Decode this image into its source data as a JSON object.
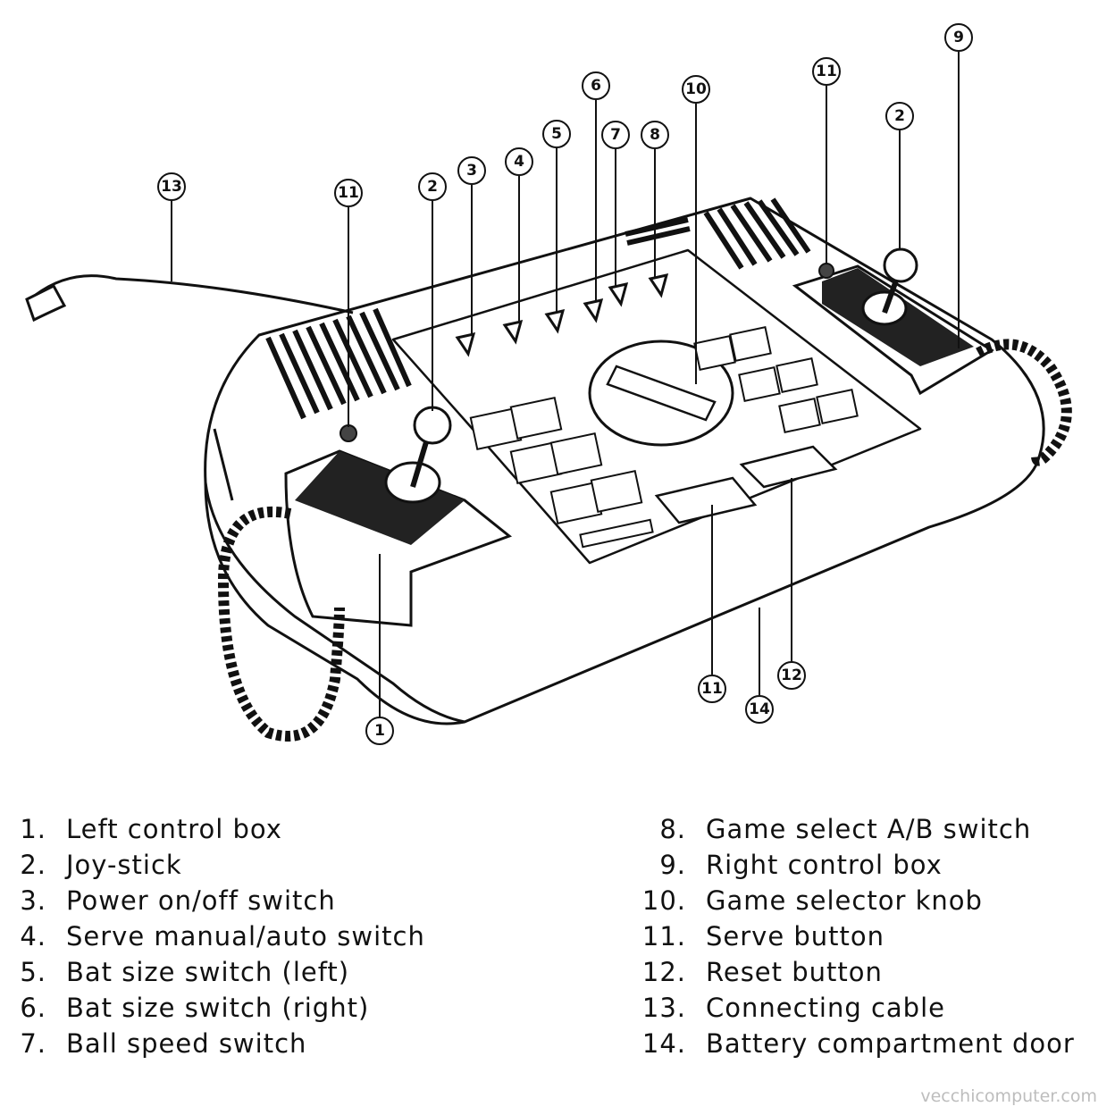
{
  "callouts": {
    "c1": "1",
    "c2a": "2",
    "c2b": "2",
    "c3": "3",
    "c4": "4",
    "c5": "5",
    "c6": "6",
    "c7": "7",
    "c8": "8",
    "c9": "9",
    "c10": "10",
    "c11a": "11",
    "c11b": "11",
    "c11c": "11",
    "c12": "12",
    "c13": "13",
    "c14": "14"
  },
  "legend": {
    "left": [
      {
        "num": "1.",
        "label": "Left control box"
      },
      {
        "num": "2.",
        "label": "Joy-stick"
      },
      {
        "num": "3.",
        "label": "Power on/off switch"
      },
      {
        "num": "4.",
        "label": "Serve manual/auto switch"
      },
      {
        "num": "5.",
        "label": "Bat size switch (left)"
      },
      {
        "num": "6.",
        "label": "Bat size switch (right)"
      },
      {
        "num": "7.",
        "label": "Ball speed switch"
      }
    ],
    "right": [
      {
        "num": "8.",
        "label": "Game select A/B switch"
      },
      {
        "num": "9.",
        "label": "Right control box"
      },
      {
        "num": "10.",
        "label": "Game selector knob"
      },
      {
        "num": "11.",
        "label": "Serve button"
      },
      {
        "num": "12.",
        "label": "Reset button"
      },
      {
        "num": "13.",
        "label": "Connecting cable"
      },
      {
        "num": "14.",
        "label": "Battery compartment door"
      }
    ]
  },
  "watermark": "vecchicomputer.com"
}
